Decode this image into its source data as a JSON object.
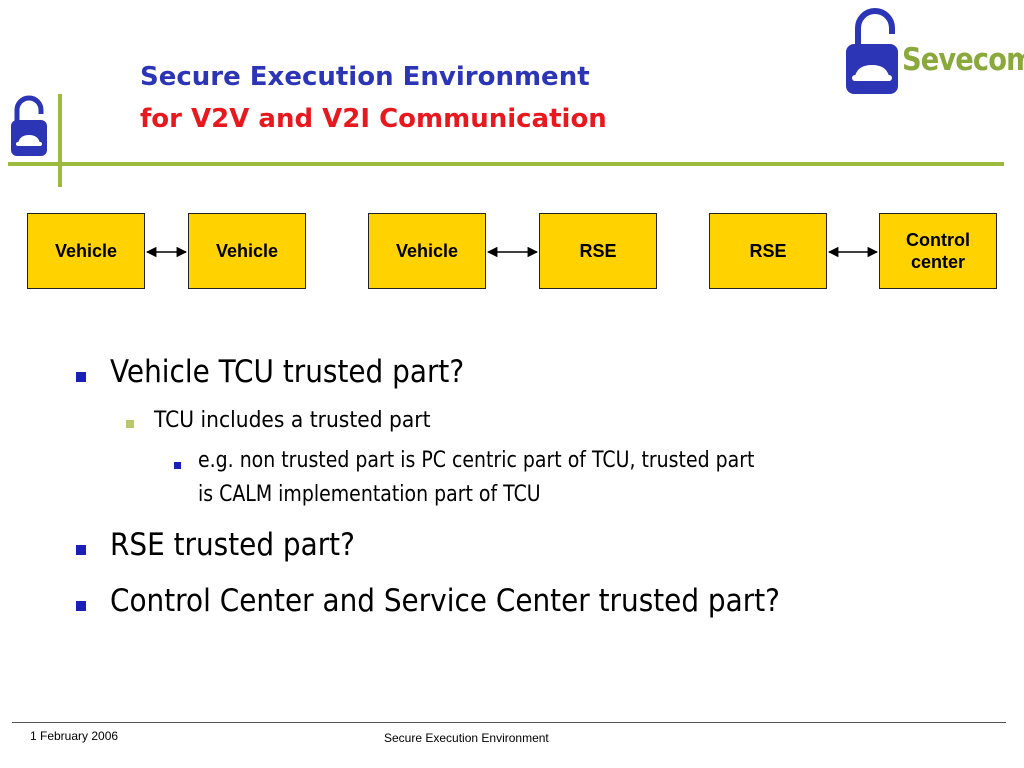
{
  "slide": {
    "title_line1": "Secure Execution Environment",
    "title_line2": "for V2V and V2I Communication",
    "brand_name": "Sevecom",
    "colors": {
      "title_blue": "#2c35b5",
      "title_red": "#e8191e",
      "accent_green": "#9cbb3e",
      "box_yellow": "#ffd200",
      "bullet_blue": "#1a1fb5"
    }
  },
  "diagram": {
    "pairs": [
      {
        "left": "Vehicle",
        "right": "Vehicle"
      },
      {
        "left": "Vehicle",
        "right": "RSE"
      },
      {
        "left": "RSE",
        "right": "Control center"
      }
    ]
  },
  "bullets": {
    "b1": "Vehicle TCU trusted part?",
    "b1_sub": "TCU includes a trusted part",
    "b1_subsub_line1": "e.g. non trusted part is PC centric part of TCU, trusted part",
    "b1_subsub_line2": "is CALM implementation part of TCU",
    "b2": "RSE trusted part?",
    "b3": "Control Center and Service Center trusted part?"
  },
  "footer": {
    "date": "1 February 2006",
    "title": "Secure Execution Environment"
  }
}
